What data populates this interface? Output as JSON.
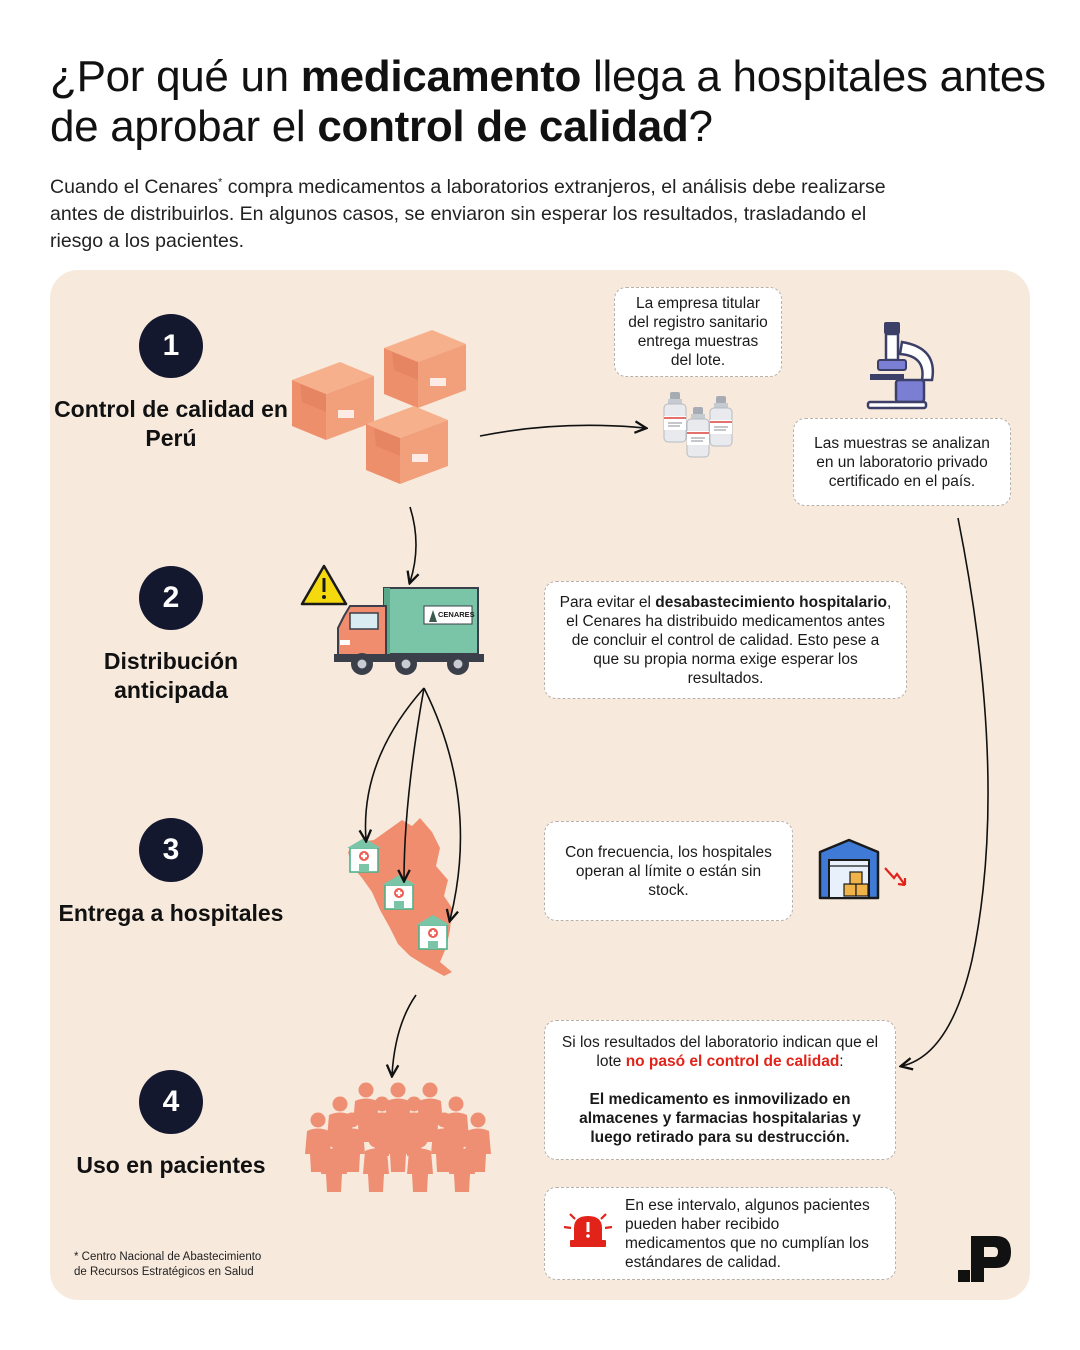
{
  "title": {
    "part1": "¿Por qué un ",
    "bold1": "medicamento",
    "part2": " llega a hospitales antes de aprobar el ",
    "bold2": "control de calidad",
    "part3": "?"
  },
  "intro": {
    "part1": "Cuando el Cenares",
    "sup": "*",
    "part2": " compra medicamentos a laboratorios extranjeros, el análisis debe realizarse antes de distribuirlos. En algunos casos, se enviaron sin esperar los resultados, trasladando el riesgo a los pacientes."
  },
  "steps": [
    {
      "number": "1",
      "label": "Control de calidad en Perú"
    },
    {
      "number": "2",
      "label": "Distribución anticipada"
    },
    {
      "number": "3",
      "label": "Entrega a hospitales"
    },
    {
      "number": "4",
      "label": "Uso en pacientes"
    }
  ],
  "boxes": {
    "samples": "La empresa titular del registro sanitario entrega muestras del lote.",
    "lab": "Las muestras se analizan en un laboratorio privado certificado en el país.",
    "distribution": {
      "part1": "Para evitar el ",
      "bold1": "desabastecimiento hospitalario",
      "part2": ", el Cenares ha distribuido medicamentos antes de concluir el control de calidad. Esto pese a que su propia norma exige esperar los resultados."
    },
    "hospitals": "Con frecuencia, los hospitales operan al límite o están sin stock.",
    "results": {
      "part1": "Si los resultados del laboratorio indican que el lote ",
      "red": "no pasó el control de calidad",
      "part2": ":",
      "bold": "El medicamento es inmovilizado en almacenes y farmacias hospitalarias y luego retirado para su destrucción."
    },
    "warning": "En ese intervalo, algunos pacientes pueden haber recibido medicamentos que no cumplían los estándares de calidad."
  },
  "truck_brand": "CENARES",
  "footnote": {
    "line1": "* Centro Nacional de Abastecimiento",
    "line2": "de Recursos Estratégicos en Salud"
  },
  "logo_letter": "P",
  "colors": {
    "background": "#f7eadd",
    "circle": "#14182e",
    "salmon": "#f08d6e",
    "truck_cargo": "#7ac4a7",
    "alert_red": "#e2231a",
    "warning_yellow": "#f5d90f"
  },
  "icons": [
    "boxes-icon",
    "vials-icon",
    "microscope-icon",
    "warning-icon",
    "truck-icon",
    "peru-map-icon",
    "hospital-icon",
    "warehouse-icon",
    "people-icon",
    "alarm-icon",
    "logo-icon"
  ]
}
